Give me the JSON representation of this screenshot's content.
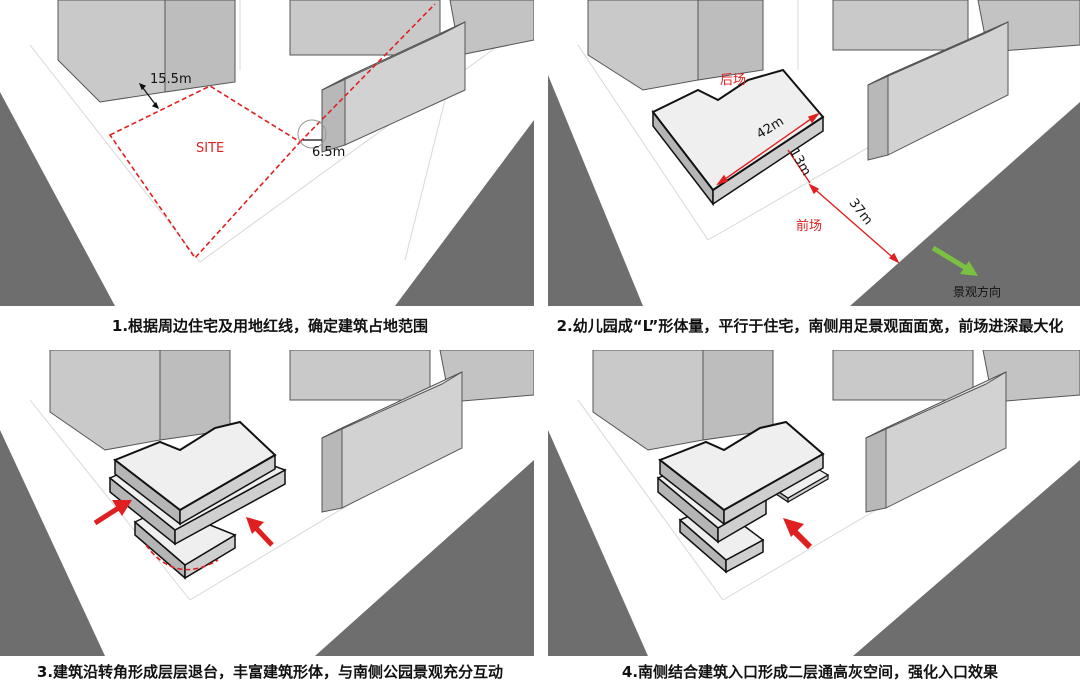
{
  "panels": [
    {
      "caption": "1.根据周边住宅及用地红线，确定建筑占地范围",
      "labels": {
        "setback_north": "15.5m",
        "site": "SITE",
        "setback_east": "6.5m"
      }
    },
    {
      "caption": "2.幼儿园成“L”形体量，平行于住宅，南侧用足景观面面宽，前场进深最大化",
      "labels": {
        "back_yard": "后场",
        "length": "42m",
        "depth": "13m",
        "front_depth": "37m",
        "front_yard": "前场",
        "view_direction": "景观方向"
      }
    },
    {
      "caption": "3.建筑沿转角形成层层退台，丰富建筑形体，与南侧公园景观充分互动",
      "labels": {}
    },
    {
      "caption": "4.南侧结合建筑入口形成二层通高灰空间，强化入口效果",
      "labels": {}
    }
  ],
  "colors": {
    "accent_red": "#e02020",
    "view_arrow_green": "#7ac142",
    "dark_ground": "#6e6e6e",
    "building_top": "#efefef",
    "building_side": "#c8c8c8"
  }
}
